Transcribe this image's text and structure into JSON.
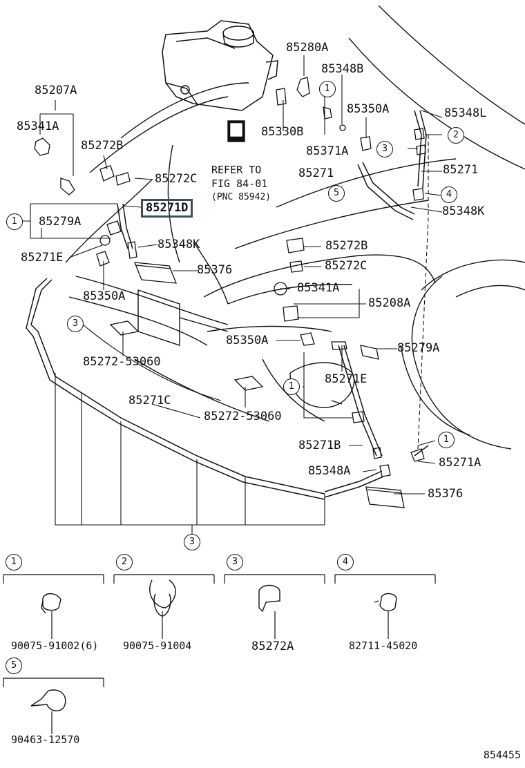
{
  "diagram_id": "854455",
  "refer": {
    "line1": "REFER TO",
    "line2": "FIG 84-01",
    "line3": "(PNC 85942)"
  },
  "callouts": {
    "c1": "1",
    "c2": "2",
    "c3": "3",
    "c4": "4",
    "c5": "5"
  },
  "labels": {
    "p85280A": "85280A",
    "p85348B": "85348B",
    "p85207A": "85207A",
    "p85350A_top": "85350A",
    "p85348L": "85348L",
    "p85341A_left": "85341A",
    "p85330B": "85330B",
    "p85371A": "85371A",
    "p85272B_left": "85272B",
    "p85271_right": "85271",
    "p85272C_left": "85272C",
    "p85271_mid": "85271",
    "p85271D": "85271D",
    "p85348K_right": "85348K",
    "p85279A_left": "85279A",
    "p85271E_left": "85271E",
    "p85348K_left": "85348K",
    "p85272B_mid": "85272B",
    "p85376_top": "85376",
    "p85272C_mid": "85272C",
    "p85350A_left": "85350A",
    "p85341A_mid": "85341A",
    "p85208A": "85208A",
    "p85350A_mid": "85350A",
    "p85279A_mid": "85279A",
    "p85272_53060_a": "85272-53060",
    "p85271E_mid": "85271E",
    "p85271C": "85271C",
    "p85272_53060_b": "85272-53060",
    "p85271B": "85271B",
    "p85271A": "85271A",
    "p85348A": "85348A",
    "p85376_bottom": "85376"
  },
  "legend": [
    {
      "num": "1",
      "part": "90075-91002(6)"
    },
    {
      "num": "2",
      "part": "90075-91004"
    },
    {
      "num": "3",
      "part": "85272A"
    },
    {
      "num": "4",
      "part": "82711-45020"
    },
    {
      "num": "5",
      "part": "90463-12570"
    }
  ]
}
